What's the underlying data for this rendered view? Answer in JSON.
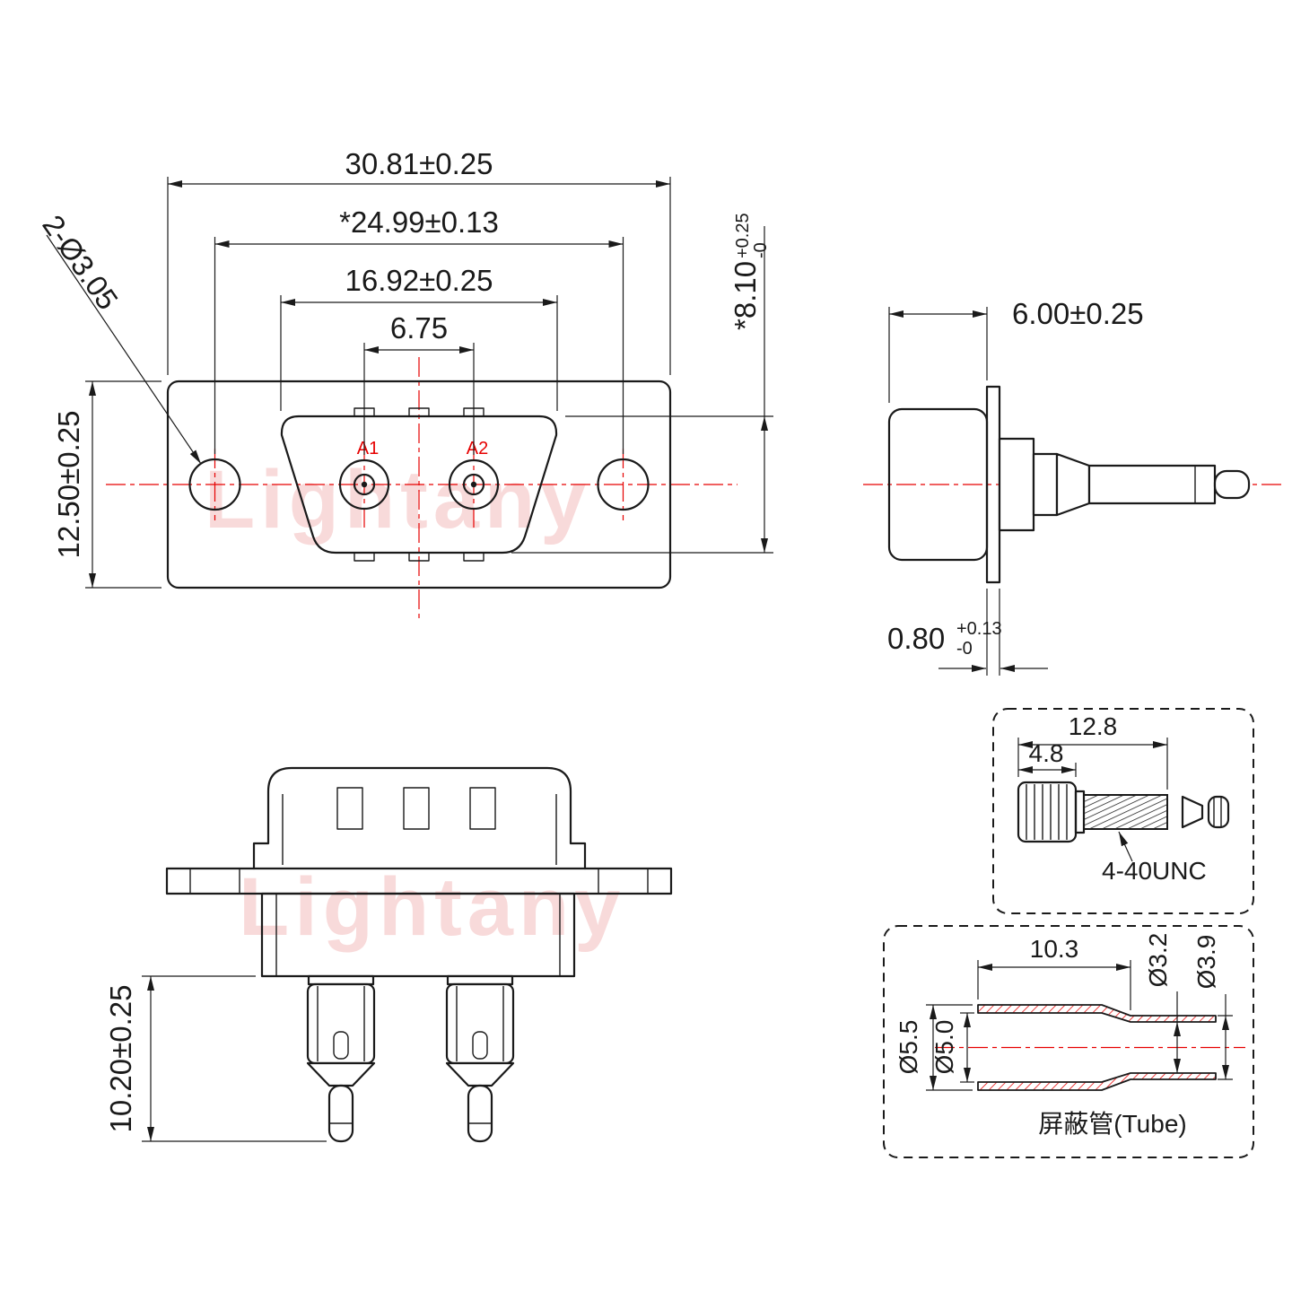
{
  "watermark": {
    "text": "Lightany"
  },
  "front_view": {
    "dim_overall_width": "30.81±0.25",
    "dim_mount_spacing": "*24.99±0.13",
    "dim_shell_width": "16.92±0.25",
    "dim_pin_spacing": "6.75",
    "dim_height": "12.50±0.25",
    "dim_mount_holes": "2-Ø3.05",
    "dim_shell_height": "*8.10",
    "dim_shell_height_tol_upper": "+0.25",
    "dim_shell_height_tol_lower": "-0",
    "pin_a1": "A1",
    "pin_a2": "A2"
  },
  "side_view": {
    "dim_depth": "6.00±0.25",
    "dim_flange_thickness": "0.80",
    "dim_flange_tol_upper": "+0.13",
    "dim_flange_tol_lower": "-0"
  },
  "rear_view": {
    "dim_solder_cup_height": "10.20±0.25"
  },
  "screw_detail": {
    "dim_total_length": "12.8",
    "dim_head_length": "4.8",
    "thread_spec": "4-40UNC"
  },
  "tube_detail": {
    "dim_length": "10.3",
    "dim_inner_small": "Ø3.2",
    "dim_outer_small": "Ø3.9",
    "dim_outer_large": "Ø5.5",
    "dim_inner_large": "Ø5.0",
    "label": "屏蔽管(Tube)"
  },
  "colors": {
    "line": "#1a1a1a",
    "accent": "#e60000",
    "watermark": "#f4bcbc"
  }
}
